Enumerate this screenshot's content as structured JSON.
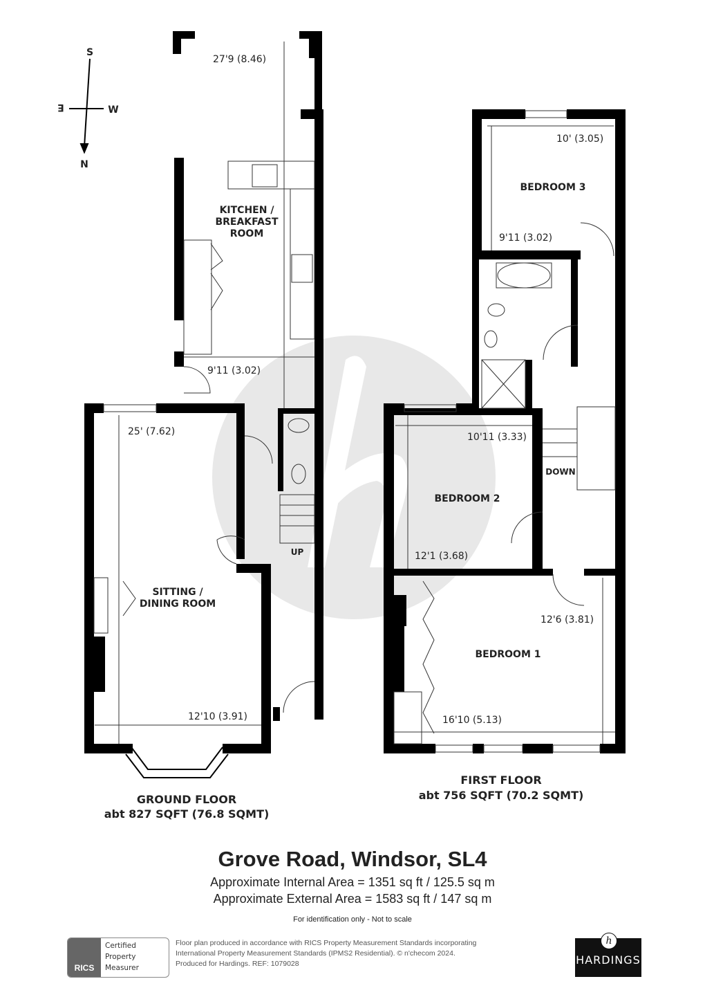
{
  "compass": {
    "north": "N",
    "south": "S",
    "east": "E",
    "west": "W"
  },
  "ground_floor": {
    "title": "GROUND FLOOR",
    "area": "abt 827 SQFT (76.8 SQMT)",
    "rooms": [
      {
        "name_lines": [
          "KITCHEN /",
          "BREAKFAST",
          "ROOM"
        ],
        "dims": [
          "27'9 (8.46)",
          "9'11 (3.02)"
        ]
      },
      {
        "name_lines": [
          "SITTING /",
          "DINING ROOM"
        ],
        "dims": [
          "25' (7.62)",
          "12'10 (3.91)"
        ]
      }
    ],
    "stairs_label": "UP"
  },
  "first_floor": {
    "title": "FIRST FLOOR",
    "area": "abt 756 SQFT (70.2 SQMT)",
    "rooms": [
      {
        "name": "BEDROOM 3",
        "dims": [
          "10' (3.05)",
          "9'11 (3.02)"
        ]
      },
      {
        "name": "BEDROOM 2",
        "dims": [
          "10'11 (3.33)",
          "12'1 (3.68)"
        ]
      },
      {
        "name": "BEDROOM 1",
        "dims": [
          "12'6 (3.81)",
          "16'10 (5.13)"
        ]
      }
    ],
    "stairs_label": "DOWN"
  },
  "address": "Grove Road, Windsor, SL4",
  "internal_area": "Approximate Internal Area = 1351 sq ft / 125.5 sq m",
  "external_area": "Approximate External Area = 1583 sq ft / 147 sq m",
  "identification": "For identification only - Not to scale",
  "rics_badge": {
    "logo": "RICS",
    "lines": [
      "Certified",
      "Property",
      "Measurer"
    ]
  },
  "notes": [
    "Floor plan produced in accordance with RICS Property Measurement Standards incorporating",
    "International Property Measurement Standards (IPMS2 Residential).   © n'checom 2024.",
    "Produced for Hardings.   REF:  1079028"
  ],
  "brand": {
    "monogram": "h",
    "name": "HARDINGS"
  },
  "colors": {
    "wall": "#000000",
    "watermark": "#e8e8e8",
    "text": "#222222"
  }
}
